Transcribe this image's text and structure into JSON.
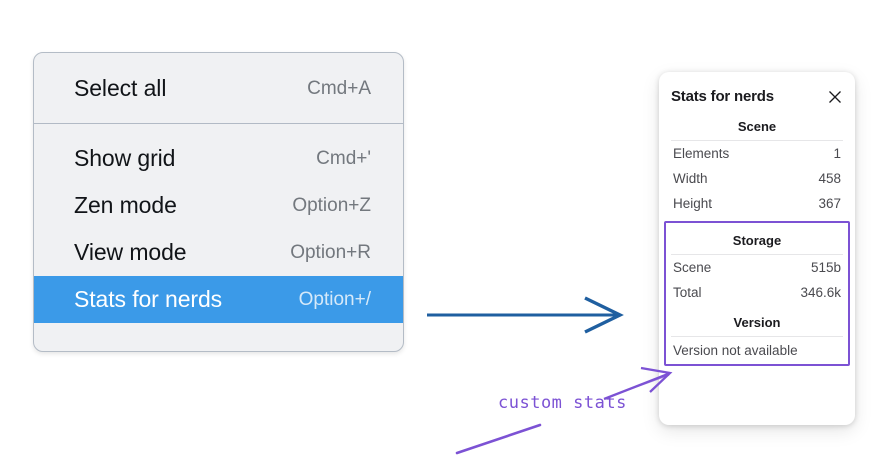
{
  "context_menu": {
    "groups": [
      {
        "items": [
          {
            "label": "Select all",
            "shortcut": "Cmd+A",
            "selected": false
          }
        ]
      },
      {
        "items": [
          {
            "label": "Show grid",
            "shortcut": "Cmd+'",
            "selected": false
          },
          {
            "label": "Zen mode",
            "shortcut": "Option+Z",
            "selected": false
          },
          {
            "label": "View mode",
            "shortcut": "Option+R",
            "selected": false
          },
          {
            "label": "Stats for nerds",
            "shortcut": "Option+/",
            "selected": true
          }
        ]
      }
    ],
    "highlight_color": "#3b9ae8"
  },
  "stats_panel": {
    "title": "Stats for nerds",
    "close_icon": "close-icon",
    "sections": [
      {
        "heading": "Scene",
        "rows": [
          {
            "key": "Elements",
            "value": "1"
          },
          {
            "key": "Width",
            "value": "458"
          },
          {
            "key": "Height",
            "value": "367"
          }
        ]
      },
      {
        "heading": "Storage",
        "rows": [
          {
            "key": "Scene",
            "value": "515b"
          },
          {
            "key": "Total",
            "value": "346.6k"
          }
        ]
      },
      {
        "heading": "Version",
        "text": "Version not available"
      }
    ],
    "highlight_border_color": "#7c52d4"
  },
  "annotations": {
    "note": "custom stats",
    "note_color": "#7c52d4",
    "arrow_color": "#1f5fa0"
  }
}
